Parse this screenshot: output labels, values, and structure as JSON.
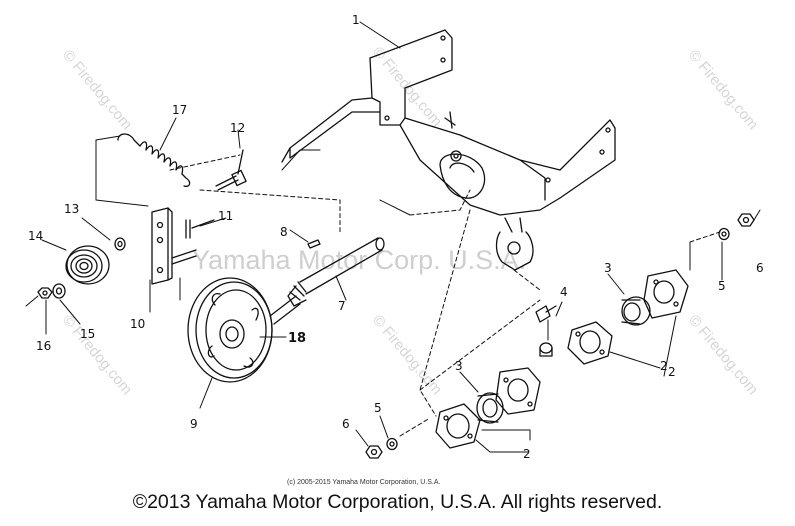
{
  "watermark": {
    "diagonal_text": "© Firedog.com",
    "center_text": "Yamaha Motor Corp. U.S.A."
  },
  "callouts": [
    "1",
    "2",
    "2",
    "2",
    "3",
    "3",
    "4",
    "5",
    "5",
    "6",
    "6",
    "7",
    "8",
    "9",
    "10",
    "11",
    "12",
    "13",
    "14",
    "15",
    "16",
    "17",
    "18"
  ],
  "small_credit": "(c) 2005-2015 Yamaha Motor Corporation, U.S.A.",
  "copyright": "©2013 Yamaha Motor Corporation, U.S.A. All rights reserved."
}
